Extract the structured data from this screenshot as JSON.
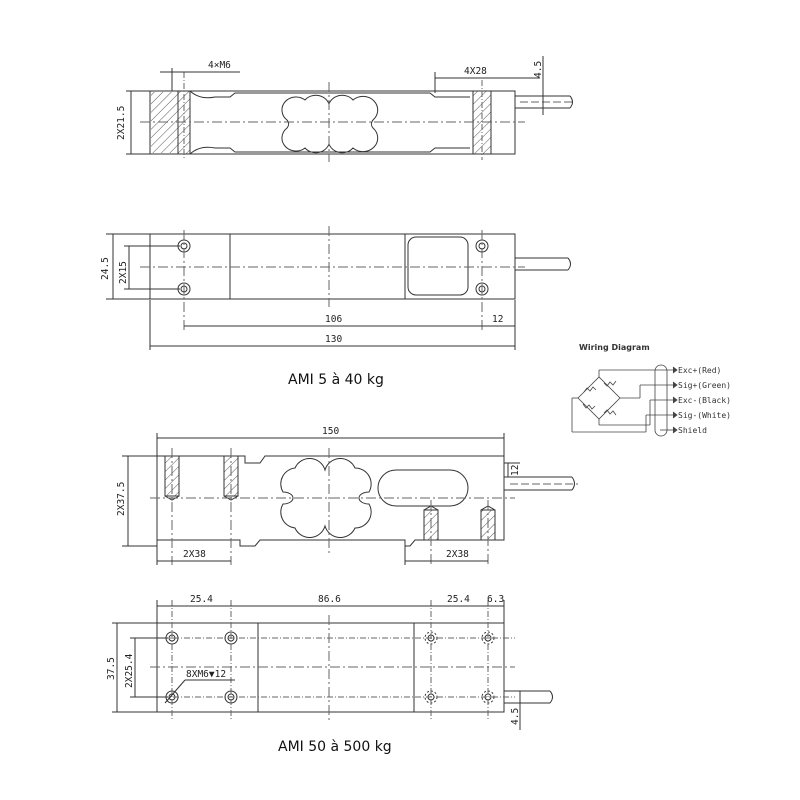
{
  "colors": {
    "line": "#333333",
    "hatch": "#555555",
    "center": "#666666",
    "text": "#222222"
  },
  "small_model": {
    "title": "AMI 5 à 40 kg",
    "side_view": {
      "hole_label": "4×M6",
      "depth_label": "4X28",
      "offset_label": "4.5",
      "height_label": "2X21.5"
    },
    "top_view": {
      "total_height_label": "24.5",
      "hole_spacing_label": "2X15",
      "hole_center_label": "106",
      "edge_offset_label": "12",
      "total_length_label": "130"
    }
  },
  "wiring": {
    "title": "Wiring Diagram",
    "leads": [
      "Exc+(Red)",
      "Sig+(Green)",
      "Exc-(Black)",
      "Sig-(White)",
      "Shield"
    ]
  },
  "large_model": {
    "title": "AMI 50 à 500 kg",
    "side_view": {
      "length_label": "150",
      "height_label": "2X37.5",
      "cable_offset_label": "12",
      "left_spacing_label": "2X38",
      "right_spacing_label": "2X38"
    },
    "top_view": {
      "left_spacing_label": "25.4",
      "middle_spacing_label": "86.6",
      "right_spacing_label": "25.4",
      "edge_offset_label": "6.3",
      "width_label": "37.5",
      "hole_spacing_label": "2X25.4",
      "hole_spec_label": "8XM6▼12",
      "cable_offset_label": "4.5"
    }
  }
}
